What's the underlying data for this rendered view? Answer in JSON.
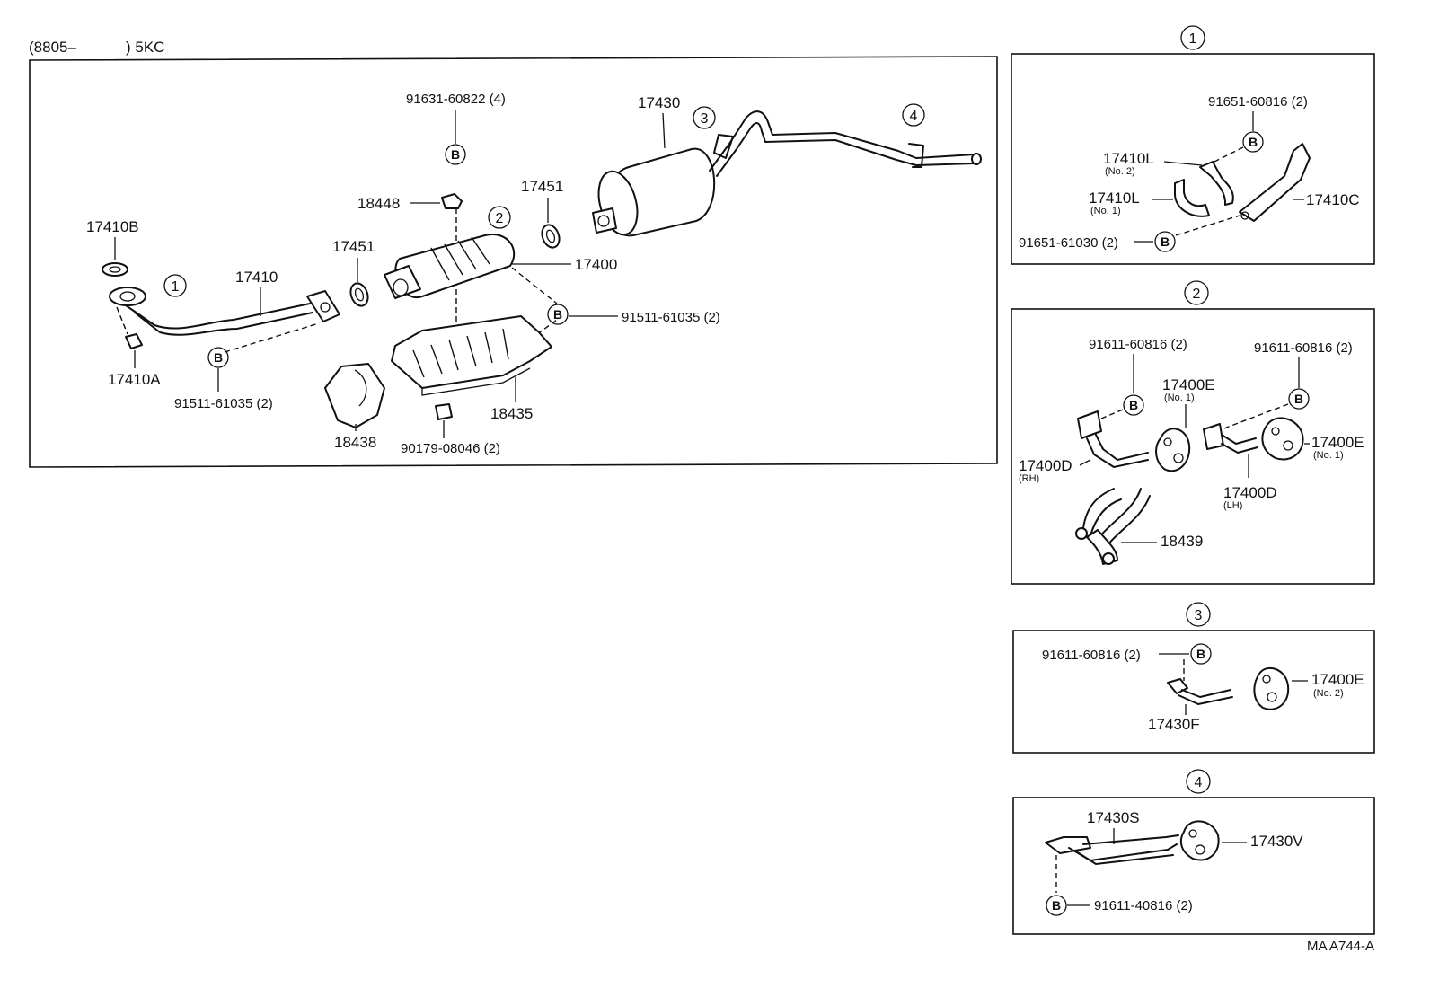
{
  "header": {
    "prefix": "(8805–",
    "suffix": ") 5KC"
  },
  "bolt_marker": "B",
  "main_diagram": {
    "callouts": [
      "1",
      "2",
      "3",
      "4"
    ],
    "labels": {
      "p17430": "17430",
      "p91631": "91631-60822 (4)",
      "p18448": "18448",
      "p17451_top": "17451",
      "p17451_left": "17451",
      "p17410B": "17410B",
      "p17410": "17410",
      "p17400": "17400",
      "p91511_right": "91511-61035 (2)",
      "p17410A": "17410A",
      "p91511_left": "91511-61035 (2)",
      "p18435": "18435",
      "p18438": "18438",
      "p90179": "90179-08046 (2)"
    }
  },
  "detail_1": {
    "number": "1",
    "p91651_top": "91651-60816 (2)",
    "p17410L_no2": "17410L",
    "p17410L_no2_sub": "(No. 2)",
    "p17410L_no1": "17410L",
    "p17410L_no1_sub": "(No. 1)",
    "p17410C": "17410C",
    "p91651_bottom": "91651-61030 (2)"
  },
  "detail_2": {
    "number": "2",
    "p91611_left": "91611-60816 (2)",
    "p91611_right": "91611-60816 (2)",
    "p17400E_mid": "17400E",
    "p17400E_mid_sub": "(No. 1)",
    "p17400E_right": "17400E",
    "p17400E_right_sub": "(No. 1)",
    "p17400D_rh": "17400D",
    "p17400D_rh_sub": "(RH)",
    "p17400D_lh": "17400D",
    "p17400D_lh_sub": "(LH)",
    "p18439": "18439"
  },
  "detail_3": {
    "number": "3",
    "p91611": "91611-60816 (2)",
    "p17430F": "17430F",
    "p17400E": "17400E",
    "p17400E_sub": "(No. 2)"
  },
  "detail_4": {
    "number": "4",
    "p17430S": "17430S",
    "p17430V": "17430V",
    "p91611": "91611-40816 (2)"
  },
  "footer_code": "MA  A744-A"
}
